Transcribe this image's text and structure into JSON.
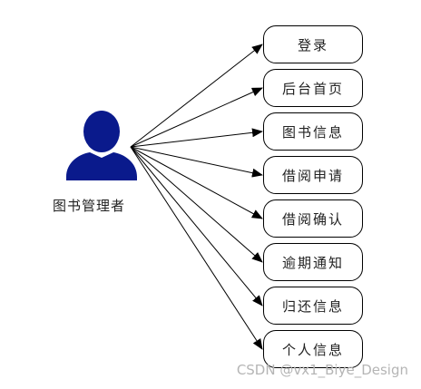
{
  "actor": {
    "label": "图书管理者",
    "icon": "user-silhouette-icon",
    "color": "#0a1a8c"
  },
  "use_cases": [
    {
      "label": "登录"
    },
    {
      "label": "后台首页"
    },
    {
      "label": "图书信息"
    },
    {
      "label": "借阅申请"
    },
    {
      "label": "借阅确认"
    },
    {
      "label": "逾期通知"
    },
    {
      "label": "归还信息"
    },
    {
      "label": "个人信息"
    }
  ],
  "watermark": "CSDN @vx1_Biye_Design"
}
